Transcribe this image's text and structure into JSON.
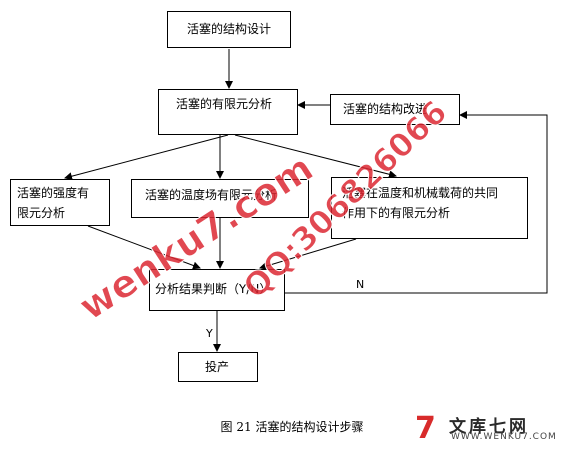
{
  "nodes": {
    "structure_design": "活塞的结构设计",
    "fea": "活塞的有限元分析",
    "structure_improve": "活塞的结构改进",
    "strength_fea_line1": "活塞的强度有",
    "strength_fea_line2": "限元分析",
    "temp_field_fea": "活塞的温度场有限元分析",
    "coupled_fea_line1": "活塞在温度和机械载荷的共同",
    "coupled_fea_line2": "作用下的有限元分析",
    "judgment": "分析结果判断（Y/N）",
    "production": "投产"
  },
  "edges": {
    "no": "N",
    "yes": "Y"
  },
  "caption": "图 21 活塞的结构设计步骤",
  "watermarks": {
    "left": "wenku7.com",
    "right": "QQ:306826066"
  },
  "logo": {
    "cn": "文库七网",
    "en": "WWW.WENKU7.COM",
    "mark": "7"
  },
  "colors": {
    "line": "#000000",
    "watermark": "#dc2832"
  }
}
